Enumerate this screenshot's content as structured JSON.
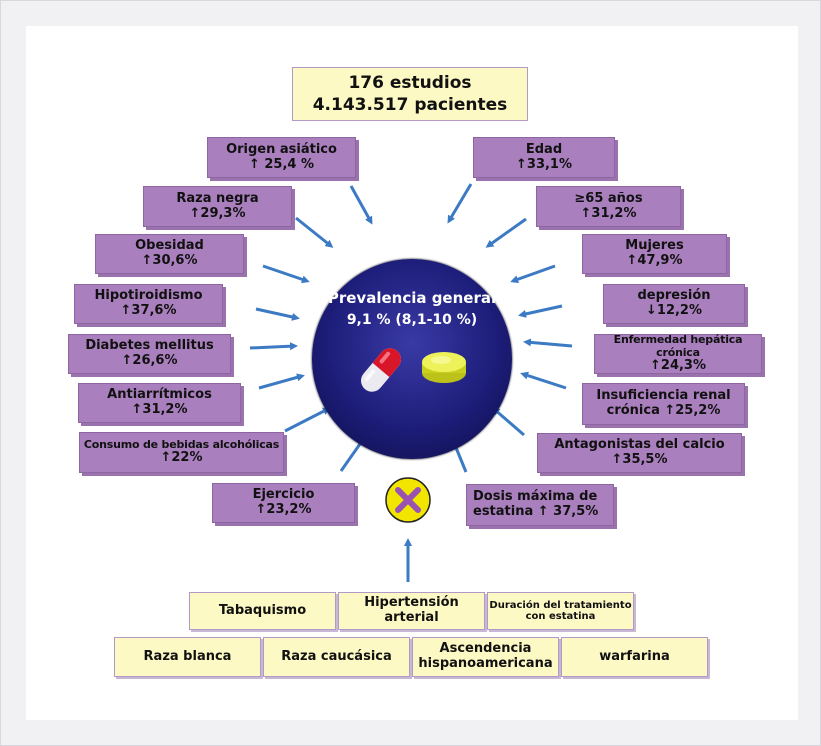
{
  "summary": {
    "line1": "176 estudios",
    "line2": "4.143.517 pacientes"
  },
  "center": {
    "title": "Prevalencia general",
    "value": "9,1 % (8,1-10 %)"
  },
  "left_factors": [
    {
      "label": "Origen asiático",
      "value": "↑ 25,4 %"
    },
    {
      "label": "Raza negra",
      "value": "↑29,3%"
    },
    {
      "label": "Obesidad",
      "value": "↑30,6%"
    },
    {
      "label": "Hipotiroidismo",
      "value": "↑37,6%"
    },
    {
      "label": "Diabetes mellitus",
      "value": "↑26,6%"
    },
    {
      "label": "Antiarrítmicos",
      "value": "↑31,2%"
    },
    {
      "label": "Consumo de bebidas alcohólicas",
      "value": "↑22%"
    },
    {
      "label": "Ejercicio",
      "value": "↑23,2%"
    }
  ],
  "right_factors": [
    {
      "label": "Edad",
      "value": "↑33,1%"
    },
    {
      "label": "≥65 años",
      "value": "↑31,2%"
    },
    {
      "label": "Mujeres",
      "value": "↑47,9%"
    },
    {
      "label": "depresión",
      "value": "↓12,2%"
    },
    {
      "label": "Enfermedad hepática crónica",
      "value": "↑24,3%"
    },
    {
      "label": "Insuficiencia renal",
      "value": "crónica ↑25,2%"
    },
    {
      "label": "Antagonistas del calcio",
      "value": "↑35,5%"
    },
    {
      "label": "Dosis máxima de",
      "value": "estatina ↑ 37,5%"
    }
  ],
  "no_effect": {
    "row1": [
      "Tabaquismo",
      "Hipertensión arterial",
      "Duración del tratamiento con estatina"
    ],
    "row2": [
      "Raza blanca",
      "Raza caucásica",
      "Ascendencia hispanoamericana",
      "warfarina"
    ]
  },
  "colors": {
    "factor_box": "#a97fbd",
    "neutral_box": "#fdf9c4",
    "arrow": "#3c7ac4",
    "sphere": "#1d1d7a",
    "no_effect_symbol": "#f2e500"
  },
  "icons": [
    "capsule-icon",
    "tablet-icon",
    "no-effect-x-icon"
  ]
}
